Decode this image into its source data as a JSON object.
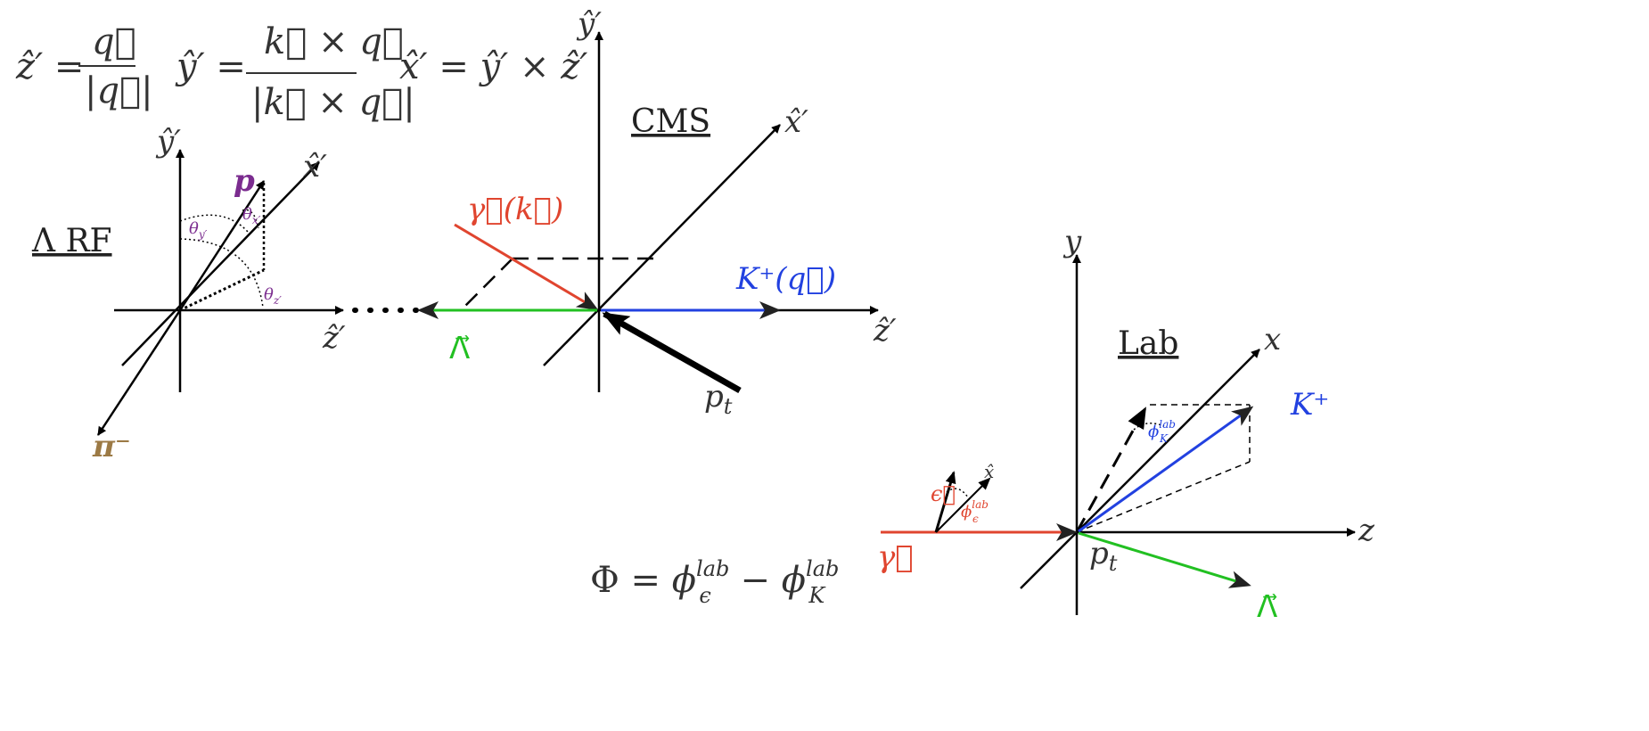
{
  "colors": {
    "axis": "#000000",
    "text": "#333333",
    "photon": "#e0452f",
    "kaon": "#2241e0",
    "lambda": "#22c022",
    "proton": "#7b2c8f",
    "pion": "#9c7a45",
    "angle": "#7b2c8f"
  },
  "formulas": {
    "zprime_lhs": "ẑ′ =",
    "zprime_num": "q⃗",
    "zprime_den": "|q⃗|",
    "yprime_lhs": "ŷ′ =",
    "yprime_num": "k⃗ × q⃗",
    "yprime_den": "|k⃗ × q⃗|",
    "xprime": "x̂′ = ŷ′ × ẑ′",
    "phi_lhs": "Φ = ",
    "phi_eps": "ϕ",
    "phi_eps_sup": "lab",
    "phi_eps_sub": "ϵ",
    "phi_minus": " − ",
    "phi_k": "ϕ",
    "phi_k_sup": "lab",
    "phi_k_sub": "K"
  },
  "lambda_rf": {
    "label": "Λ RF",
    "y_axis": "ŷ′",
    "x_axis": "x̂′",
    "z_axis": "ẑ′",
    "proton": "p",
    "pion": "π⁻",
    "theta_y": "θ",
    "theta_y_sub": "y′",
    "theta_x": "θ",
    "theta_x_sub": "x′",
    "theta_z": "θ",
    "theta_z_sub": "z′"
  },
  "cms": {
    "label": "CMS",
    "y_axis": "ŷ′",
    "x_axis": "x̂′",
    "z_axis": "ẑ′",
    "photon": "γ⃗(k⃗)",
    "kaon": "K⁺(q⃗)",
    "lambda": "Λ⃗",
    "target": "p",
    "target_sub": "t"
  },
  "lab": {
    "label": "Lab",
    "y_axis": "y",
    "x_axis": "x",
    "z_axis": "z",
    "kaon": "K⁺",
    "photon": "γ⃗",
    "lambda": "Λ⃗",
    "epsilon": "ϵ⃗",
    "x_hat": "x̂",
    "target": "p",
    "target_sub": "t",
    "phi_eps": "ϕ",
    "phi_eps_sup": "lab",
    "phi_eps_sub": "ϵ",
    "phi_k": "ϕ",
    "phi_k_sup": "lab",
    "phi_k_sub": "K"
  }
}
